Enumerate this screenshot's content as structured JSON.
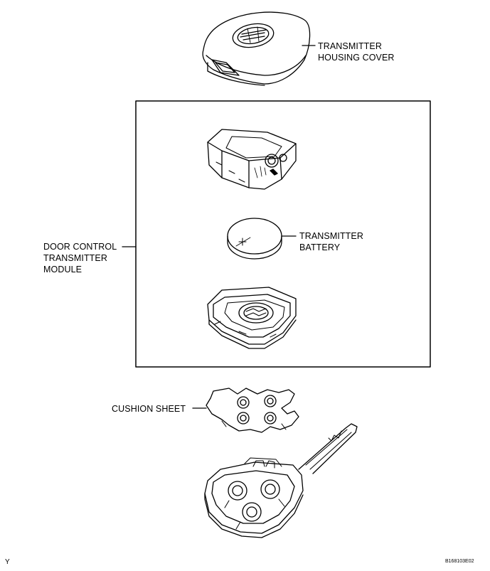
{
  "labels": {
    "housing_cover_line1": "TRANSMITTER",
    "housing_cover_line2": "HOUSING COVER",
    "module_line1": "DOOR CONTROL",
    "module_line2": "TRANSMITTER",
    "module_line3": "MODULE",
    "battery_line1": "TRANSMITTER",
    "battery_line2": "BATTERY",
    "cushion_sheet": "CUSHION SHEET"
  },
  "footer": {
    "left_mark": "Y",
    "figure_code": "B168103E02"
  },
  "colors": {
    "line": "#000000",
    "background": "#ffffff"
  }
}
